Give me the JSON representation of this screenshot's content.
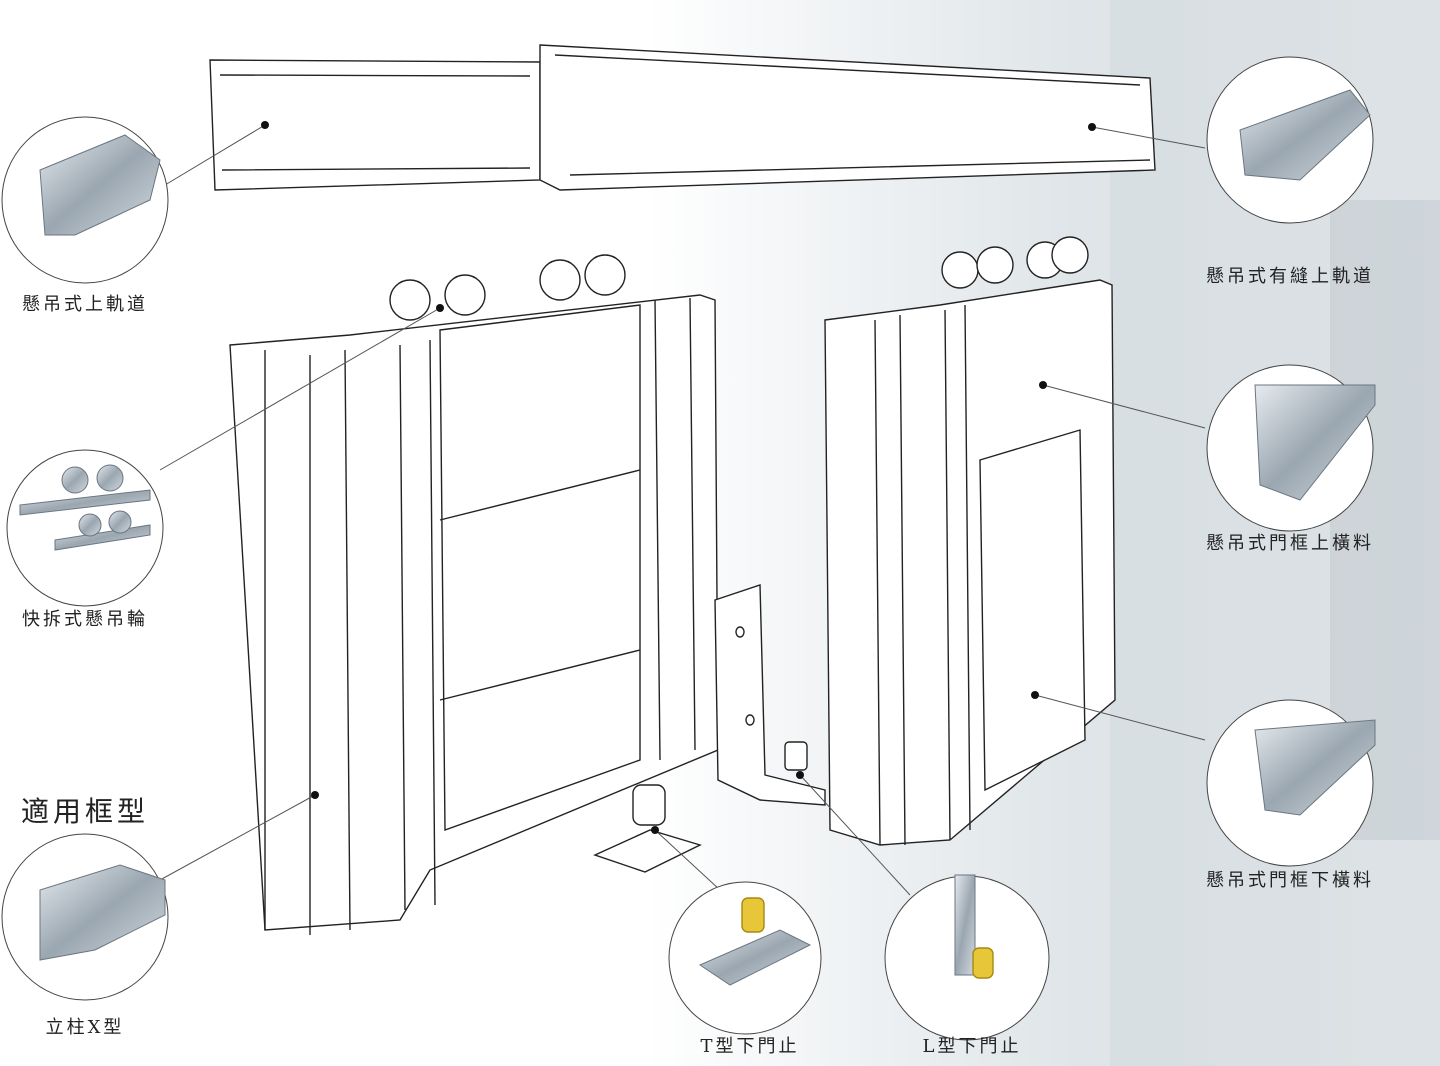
{
  "labels": {
    "top_rail": "懸吊式上軌道",
    "roller": "快拆式懸吊輪",
    "frame_heading": "適用框型",
    "post_x": "立柱X型",
    "t_stop": "T型下門止",
    "l_stop": "L型下門止",
    "slotted_rail": "懸吊式有縫上軌道",
    "upper_rail": "懸吊式門框上橫料",
    "lower_rail": "懸吊式門框下橫料"
  }
}
